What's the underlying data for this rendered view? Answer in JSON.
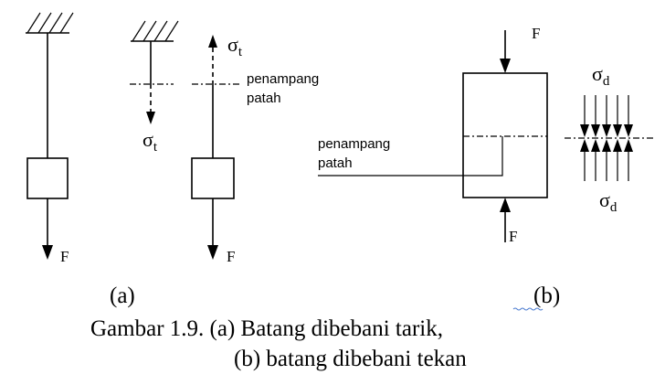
{
  "labels": {
    "force": "F",
    "sigma_t_sym": "σ",
    "sigma_t_sub": "t",
    "sigma_d_sym": "σ",
    "sigma_d_sub": "d",
    "fracture_line1": "penampang",
    "fracture_line2": "patah"
  },
  "subfigures": {
    "a": "(a)",
    "b": "(b)"
  },
  "caption": {
    "line1": "Gambar 1.9. (a) Batang dibebani tarik,",
    "line2": "(b) batang dibebani tekan"
  }
}
